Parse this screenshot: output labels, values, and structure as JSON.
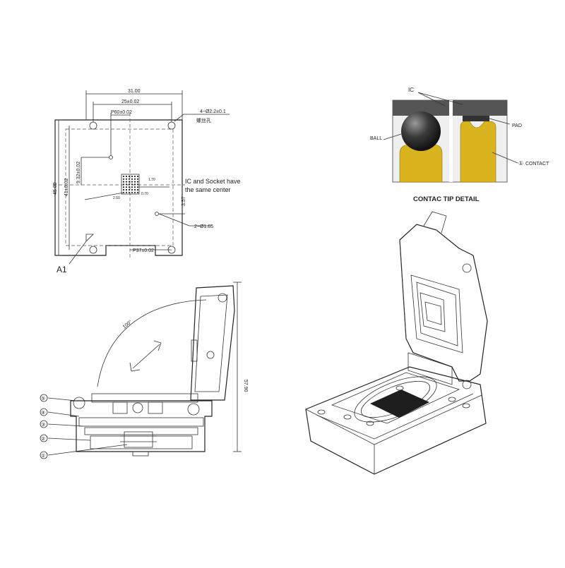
{
  "top_view": {
    "dim_width": "31.00",
    "dim_inner_width": "25±0.02",
    "dim_top_hole": "P60±0.02",
    "dim_hole_callout": "4−Ø2.2±0.1",
    "dim_hole_callout_sub": "螺丝孔",
    "dim_height": "45.00",
    "dim_inner_height": "41±0.02",
    "dim_mid_height": "9.32±0.02",
    "dim_right_offset": "3.57",
    "dim_small_a": "1.70",
    "dim_small_b": "0.70",
    "dim_small_c": "2.50",
    "dim_bottom_callout": "2−Ø1.65",
    "dim_bottom_hole": "P37±0.02",
    "center_note_line1": "IC and Socket have",
    "center_note_line2": "the same center",
    "pin_label": "A1"
  },
  "side_view": {
    "angle_label": "100°",
    "height_label": "57.90",
    "callouts": [
      "⑤",
      "④",
      "③",
      "②",
      "①"
    ]
  },
  "contact_detail": {
    "label_ic": "IC",
    "label_ball": "BALL",
    "label_pad": "PAD",
    "label_contact": "CONTACT",
    "label_contact_marker": "①",
    "caption": "CONTAC TIP DETAIL",
    "colors": {
      "contact": "#d9b41f",
      "ic": "#555555",
      "background": "#eeeeee"
    }
  }
}
